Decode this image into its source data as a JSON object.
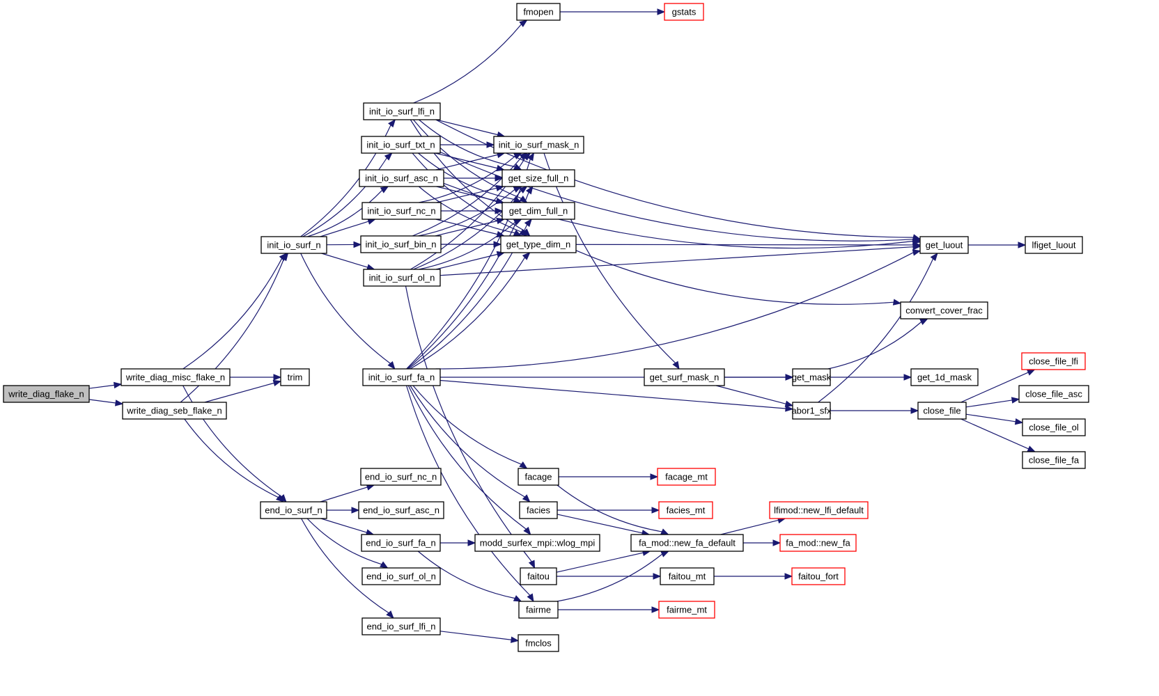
{
  "title": "Call graph of write_diag_flake_n",
  "colors": {
    "edge": "#191970",
    "root_fill": "#bfbfbf",
    "node_border": "#000000",
    "undocumented_border": "#ff0000"
  },
  "nodes": [
    {
      "id": "write_diag_flake_n",
      "label": "write_diag_flake_n",
      "kind": "root"
    },
    {
      "id": "write_diag_misc_flake_n",
      "label": "write_diag_misc_flake_n",
      "kind": "normal"
    },
    {
      "id": "write_diag_seb_flake_n",
      "label": "write_diag_seb_flake_n",
      "kind": "normal"
    },
    {
      "id": "trim",
      "label": "trim",
      "kind": "normal"
    },
    {
      "id": "init_io_surf_n",
      "label": "init_io_surf_n",
      "kind": "normal"
    },
    {
      "id": "end_io_surf_n",
      "label": "end_io_surf_n",
      "kind": "normal"
    },
    {
      "id": "init_io_surf_lfi_n",
      "label": "init_io_surf_lfi_n",
      "kind": "normal"
    },
    {
      "id": "init_io_surf_txt_n",
      "label": "init_io_surf_txt_n",
      "kind": "normal"
    },
    {
      "id": "init_io_surf_asc_n",
      "label": "init_io_surf_asc_n",
      "kind": "normal"
    },
    {
      "id": "init_io_surf_nc_n",
      "label": "init_io_surf_nc_n",
      "kind": "normal"
    },
    {
      "id": "init_io_surf_bin_n",
      "label": "init_io_surf_bin_n",
      "kind": "normal"
    },
    {
      "id": "init_io_surf_ol_n",
      "label": "init_io_surf_ol_n",
      "kind": "normal"
    },
    {
      "id": "init_io_surf_fa_n",
      "label": "init_io_surf_fa_n",
      "kind": "normal"
    },
    {
      "id": "end_io_surf_nc_n",
      "label": "end_io_surf_nc_n",
      "kind": "normal"
    },
    {
      "id": "end_io_surf_asc_n",
      "label": "end_io_surf_asc_n",
      "kind": "normal"
    },
    {
      "id": "end_io_surf_fa_n",
      "label": "end_io_surf_fa_n",
      "kind": "normal"
    },
    {
      "id": "end_io_surf_ol_n",
      "label": "end_io_surf_ol_n",
      "kind": "normal"
    },
    {
      "id": "end_io_surf_lfi_n",
      "label": "end_io_surf_lfi_n",
      "kind": "normal"
    },
    {
      "id": "fmopen",
      "label": "fmopen",
      "kind": "normal"
    },
    {
      "id": "gstats",
      "label": "gstats",
      "kind": "undocumented"
    },
    {
      "id": "init_io_surf_mask_n",
      "label": "init_io_surf_mask_n",
      "kind": "normal"
    },
    {
      "id": "get_size_full_n",
      "label": "get_size_full_n",
      "kind": "normal"
    },
    {
      "id": "get_dim_full_n",
      "label": "get_dim_full_n",
      "kind": "normal"
    },
    {
      "id": "get_type_dim_n",
      "label": "get_type_dim_n",
      "kind": "normal"
    },
    {
      "id": "facage",
      "label": "facage",
      "kind": "normal"
    },
    {
      "id": "facies",
      "label": "facies",
      "kind": "normal"
    },
    {
      "id": "wlog_mpi",
      "label": "modd_surfex_mpi::wlog_mpi",
      "kind": "normal"
    },
    {
      "id": "faitou",
      "label": "faitou",
      "kind": "normal"
    },
    {
      "id": "fairme",
      "label": "fairme",
      "kind": "normal"
    },
    {
      "id": "fmclos",
      "label": "fmclos",
      "kind": "normal"
    },
    {
      "id": "get_surf_mask_n",
      "label": "get_surf_mask_n",
      "kind": "normal"
    },
    {
      "id": "facage_mt",
      "label": "facage_mt",
      "kind": "undocumented"
    },
    {
      "id": "facies_mt",
      "label": "facies_mt",
      "kind": "undocumented"
    },
    {
      "id": "new_fa_default",
      "label": "fa_mod::new_fa_default",
      "kind": "normal"
    },
    {
      "id": "faitou_mt",
      "label": "faitou_mt",
      "kind": "normal"
    },
    {
      "id": "fairme_mt",
      "label": "fairme_mt",
      "kind": "undocumented"
    },
    {
      "id": "get_mask",
      "label": "get_mask",
      "kind": "normal"
    },
    {
      "id": "abor1_sfx",
      "label": "abor1_sfx",
      "kind": "normal"
    },
    {
      "id": "new_lfi_default",
      "label": "lfimod::new_lfi_default",
      "kind": "undocumented"
    },
    {
      "id": "new_fa",
      "label": "fa_mod::new_fa",
      "kind": "undocumented"
    },
    {
      "id": "faitou_fort",
      "label": "faitou_fort",
      "kind": "undocumented"
    },
    {
      "id": "get_luout",
      "label": "get_luout",
      "kind": "normal"
    },
    {
      "id": "convert_cover_frac",
      "label": "convert_cover_frac",
      "kind": "normal"
    },
    {
      "id": "get_1d_mask",
      "label": "get_1d_mask",
      "kind": "normal"
    },
    {
      "id": "close_file",
      "label": "close_file",
      "kind": "normal"
    },
    {
      "id": "lfiget_luout",
      "label": "lfiget_luout",
      "kind": "normal"
    },
    {
      "id": "close_file_lfi",
      "label": "close_file_lfi",
      "kind": "undocumented"
    },
    {
      "id": "close_file_asc",
      "label": "close_file_asc",
      "kind": "normal"
    },
    {
      "id": "close_file_ol",
      "label": "close_file_ol",
      "kind": "normal"
    },
    {
      "id": "close_file_fa",
      "label": "close_file_fa",
      "kind": "normal"
    }
  ],
  "edges": [
    [
      "write_diag_flake_n",
      "write_diag_misc_flake_n"
    ],
    [
      "write_diag_flake_n",
      "write_diag_seb_flake_n"
    ],
    [
      "write_diag_misc_flake_n",
      "trim"
    ],
    [
      "write_diag_misc_flake_n",
      "init_io_surf_n"
    ],
    [
      "write_diag_misc_flake_n",
      "end_io_surf_n"
    ],
    [
      "write_diag_seb_flake_n",
      "trim"
    ],
    [
      "write_diag_seb_flake_n",
      "init_io_surf_n"
    ],
    [
      "write_diag_seb_flake_n",
      "end_io_surf_n"
    ],
    [
      "init_io_surf_n",
      "init_io_surf_lfi_n"
    ],
    [
      "init_io_surf_n",
      "init_io_surf_txt_n"
    ],
    [
      "init_io_surf_n",
      "init_io_surf_asc_n"
    ],
    [
      "init_io_surf_n",
      "init_io_surf_nc_n"
    ],
    [
      "init_io_surf_n",
      "init_io_surf_bin_n"
    ],
    [
      "init_io_surf_n",
      "init_io_surf_ol_n"
    ],
    [
      "init_io_surf_n",
      "init_io_surf_fa_n"
    ],
    [
      "init_io_surf_lfi_n",
      "fmopen"
    ],
    [
      "init_io_surf_lfi_n",
      "get_luout"
    ],
    [
      "init_io_surf_lfi_n",
      "init_io_surf_mask_n"
    ],
    [
      "init_io_surf_lfi_n",
      "get_size_full_n"
    ],
    [
      "init_io_surf_lfi_n",
      "get_dim_full_n"
    ],
    [
      "init_io_surf_lfi_n",
      "get_type_dim_n"
    ],
    [
      "init_io_surf_txt_n",
      "init_io_surf_mask_n"
    ],
    [
      "init_io_surf_txt_n",
      "get_size_full_n"
    ],
    [
      "init_io_surf_txt_n",
      "get_dim_full_n"
    ],
    [
      "init_io_surf_txt_n",
      "get_type_dim_n"
    ],
    [
      "init_io_surf_txt_n",
      "get_luout"
    ],
    [
      "init_io_surf_asc_n",
      "init_io_surf_mask_n"
    ],
    [
      "init_io_surf_asc_n",
      "get_size_full_n"
    ],
    [
      "init_io_surf_asc_n",
      "get_dim_full_n"
    ],
    [
      "init_io_surf_asc_n",
      "get_type_dim_n"
    ],
    [
      "init_io_surf_asc_n",
      "get_luout"
    ],
    [
      "init_io_surf_nc_n",
      "init_io_surf_mask_n"
    ],
    [
      "init_io_surf_nc_n",
      "get_size_full_n"
    ],
    [
      "init_io_surf_nc_n",
      "get_dim_full_n"
    ],
    [
      "init_io_surf_nc_n",
      "get_type_dim_n"
    ],
    [
      "init_io_surf_bin_n",
      "init_io_surf_mask_n"
    ],
    [
      "init_io_surf_bin_n",
      "get_size_full_n"
    ],
    [
      "init_io_surf_bin_n",
      "get_dim_full_n"
    ],
    [
      "init_io_surf_bin_n",
      "get_type_dim_n"
    ],
    [
      "init_io_surf_bin_n",
      "get_luout"
    ],
    [
      "init_io_surf_ol_n",
      "init_io_surf_mask_n"
    ],
    [
      "init_io_surf_ol_n",
      "get_size_full_n"
    ],
    [
      "init_io_surf_ol_n",
      "get_dim_full_n"
    ],
    [
      "init_io_surf_ol_n",
      "get_type_dim_n"
    ],
    [
      "init_io_surf_ol_n",
      "get_luout"
    ],
    [
      "init_io_surf_ol_n",
      "faitou"
    ],
    [
      "init_io_surf_fa_n",
      "init_io_surf_mask_n"
    ],
    [
      "init_io_surf_fa_n",
      "get_size_full_n"
    ],
    [
      "init_io_surf_fa_n",
      "get_dim_full_n"
    ],
    [
      "init_io_surf_fa_n",
      "get_type_dim_n"
    ],
    [
      "init_io_surf_fa_n",
      "get_luout"
    ],
    [
      "init_io_surf_fa_n",
      "get_mask"
    ],
    [
      "init_io_surf_fa_n",
      "abor1_sfx"
    ],
    [
      "init_io_surf_fa_n",
      "facage"
    ],
    [
      "init_io_surf_fa_n",
      "facies"
    ],
    [
      "init_io_surf_fa_n",
      "wlog_mpi"
    ],
    [
      "init_io_surf_fa_n",
      "fairme"
    ],
    [
      "fmopen",
      "gstats"
    ],
    [
      "init_io_surf_mask_n",
      "get_surf_mask_n"
    ],
    [
      "get_type_dim_n",
      "convert_cover_frac"
    ],
    [
      "get_surf_mask_n",
      "get_mask"
    ],
    [
      "get_surf_mask_n",
      "abor1_sfx"
    ],
    [
      "get_mask",
      "convert_cover_frac"
    ],
    [
      "get_mask",
      "get_1d_mask"
    ],
    [
      "abor1_sfx",
      "get_luout"
    ],
    [
      "abor1_sfx",
      "close_file"
    ],
    [
      "get_luout",
      "lfiget_luout"
    ],
    [
      "close_file",
      "close_file_lfi"
    ],
    [
      "close_file",
      "close_file_asc"
    ],
    [
      "close_file",
      "close_file_ol"
    ],
    [
      "close_file",
      "close_file_fa"
    ],
    [
      "end_io_surf_n",
      "end_io_surf_nc_n"
    ],
    [
      "end_io_surf_n",
      "end_io_surf_asc_n"
    ],
    [
      "end_io_surf_n",
      "end_io_surf_fa_n"
    ],
    [
      "end_io_surf_n",
      "end_io_surf_ol_n"
    ],
    [
      "end_io_surf_n",
      "end_io_surf_lfi_n"
    ],
    [
      "end_io_surf_fa_n",
      "wlog_mpi"
    ],
    [
      "end_io_surf_fa_n",
      "fairme"
    ],
    [
      "end_io_surf_lfi_n",
      "fmclos"
    ],
    [
      "facage",
      "facage_mt"
    ],
    [
      "facage",
      "new_fa_default"
    ],
    [
      "facies",
      "facies_mt"
    ],
    [
      "facies",
      "new_fa_default"
    ],
    [
      "faitou",
      "faitou_mt"
    ],
    [
      "faitou",
      "new_fa_default"
    ],
    [
      "fairme",
      "fairme_mt"
    ],
    [
      "fairme",
      "new_fa_default"
    ],
    [
      "new_fa_default",
      "new_lfi_default"
    ],
    [
      "new_fa_default",
      "new_fa"
    ],
    [
      "faitou_mt",
      "faitou_fort"
    ]
  ]
}
